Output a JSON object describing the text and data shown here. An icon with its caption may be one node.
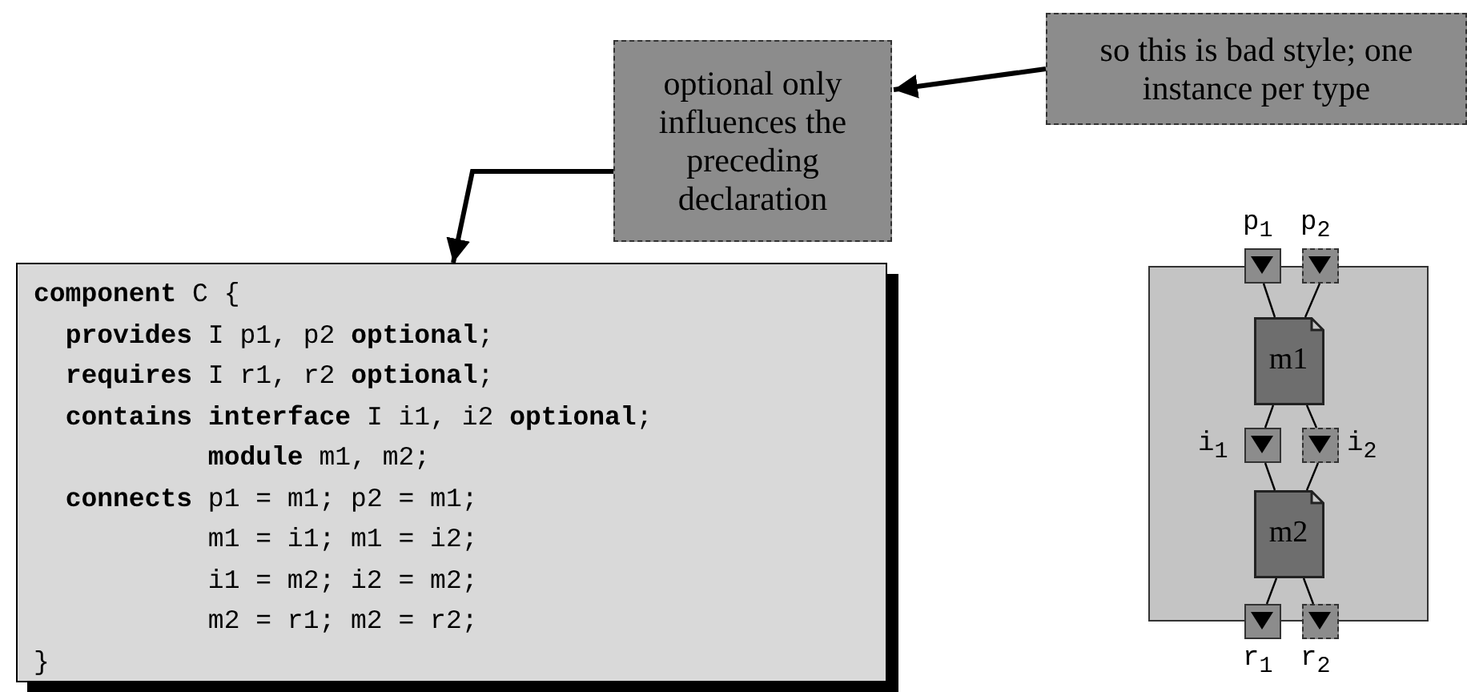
{
  "diagram": {
    "nodes": [
      {
        "text": [
          "optional only influences the preceding declaration"
        ]
      },
      {
        "text": [
          "so this is bad style; one instance per type"
        ]
      },
      {
        "text": [
          "**component** C {",
          "  **provides** I p1, p2 **optional**;",
          "  **requires** I r1, r2 **optional**;",
          "  **contains** **interface** I i1, i2 **optional**;",
          "           **module** m1, m2;",
          "  **connects** p1 = m1; p2 = m1;",
          "           m1 = i1; m1 = i2;",
          "           i1 = m2; i2 = m2;",
          "           m2 = r1; m2 = r2;",
          "}"
        ]
      },
      {
        "text": [],
        "shape": "box"
      },
      {
        "text": [],
        "shape": "box",
        "beside": [
          "p$_{1}$"
        ]
      },
      {
        "text": [],
        "shape": "box",
        "beside": [
          "p$_{2}$"
        ]
      },
      {
        "text": [
          "m1"
        ],
        "in": 3
      },
      {
        "text": [],
        "shape": "box",
        "in": 3,
        "beside": [
          "i$_{1}$"
        ]
      },
      {
        "text": [],
        "shape": "box",
        "in": 3,
        "beside": [
          "i$_{2}$"
        ]
      },
      {
        "text": [
          "m2"
        ],
        "in": 3
      },
      {
        "text": [],
        "shape": "box",
        "beside": [
          "r$_{1}$"
        ]
      },
      {
        "text": [],
        "shape": "box",
        "beside": [
          "r$_{2}$"
        ]
      }
    ],
    "edges": [
      {
        "from": 0,
        "to": 2,
        "arrow": "to",
        "style": "thick"
      },
      {
        "from": 1,
        "to": 0,
        "arrow": "to",
        "style": "thick"
      },
      {
        "from": 4,
        "to": 6,
        "arrow": "none"
      },
      {
        "from": 5,
        "to": 6,
        "arrow": "none"
      },
      {
        "from": 6,
        "to": 7,
        "arrow": "none"
      },
      {
        "from": 6,
        "to": 8,
        "arrow": "none"
      },
      {
        "from": 7,
        "to": 9,
        "arrow": "none"
      },
      {
        "from": 8,
        "to": 9,
        "arrow": "none"
      },
      {
        "from": 9,
        "to": 10,
        "arrow": "none"
      },
      {
        "from": 9,
        "to": 11,
        "arrow": "none"
      }
    ]
  }
}
